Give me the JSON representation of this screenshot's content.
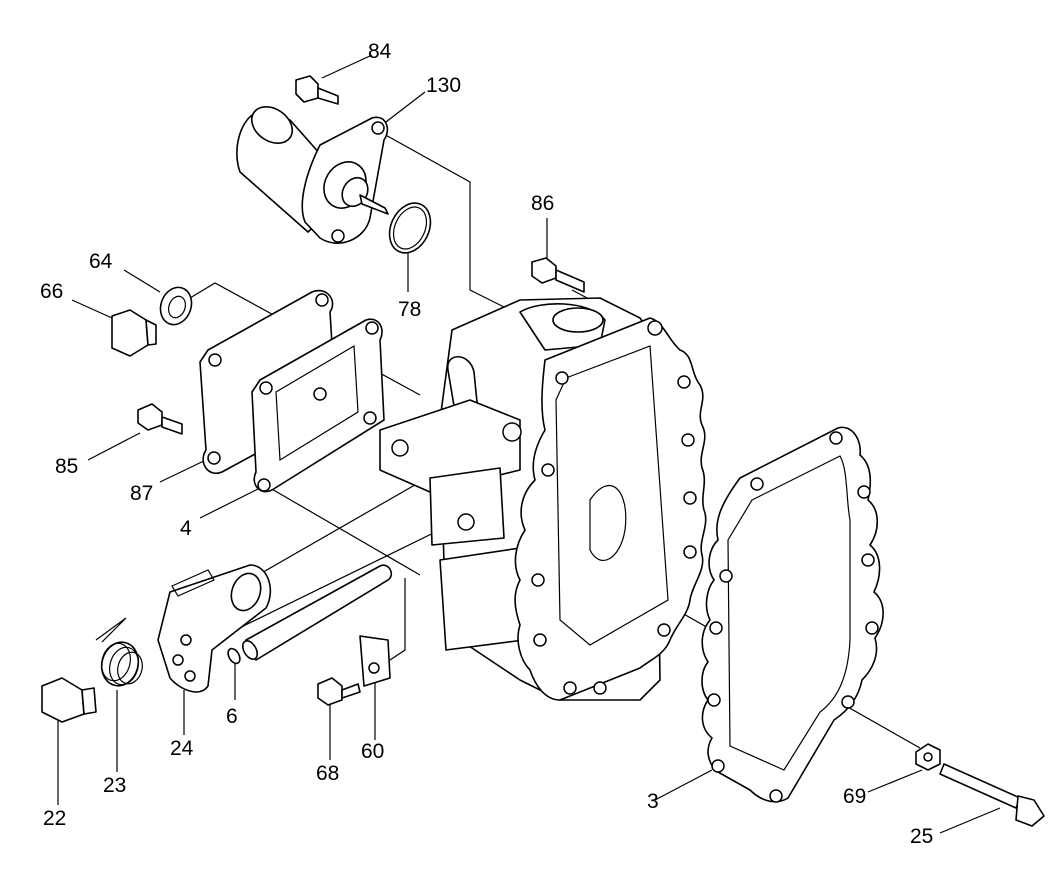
{
  "diagram": {
    "callouts": [
      {
        "id": "c84",
        "label": "84"
      },
      {
        "id": "c130",
        "label": "130"
      },
      {
        "id": "c86",
        "label": "86"
      },
      {
        "id": "c64",
        "label": "64"
      },
      {
        "id": "c66",
        "label": "66"
      },
      {
        "id": "c78",
        "label": "78"
      },
      {
        "id": "c85",
        "label": "85"
      },
      {
        "id": "c87",
        "label": "87"
      },
      {
        "id": "c4",
        "label": "4"
      },
      {
        "id": "c6",
        "label": "6"
      },
      {
        "id": "c24",
        "label": "24"
      },
      {
        "id": "c23",
        "label": "23"
      },
      {
        "id": "c22",
        "label": "22"
      },
      {
        "id": "c68",
        "label": "68"
      },
      {
        "id": "c60",
        "label": "60"
      },
      {
        "id": "c3",
        "label": "3"
      },
      {
        "id": "c69",
        "label": "69"
      },
      {
        "id": "c25",
        "label": "25"
      }
    ]
  }
}
